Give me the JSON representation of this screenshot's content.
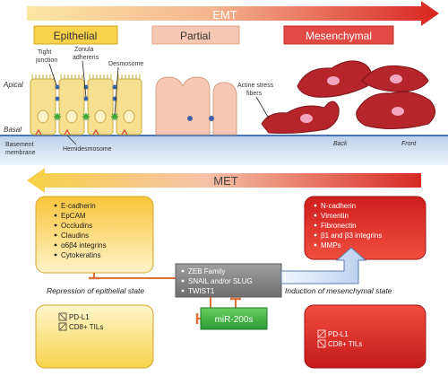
{
  "top_arrow": {
    "label": "EMT"
  },
  "bottom_arrow": {
    "label": "MET"
  },
  "states": {
    "epithelial": "Epithelial",
    "partial": "Partial",
    "mesenchymal": "Mesenchymal"
  },
  "layer_labels": {
    "apical": "Apical",
    "basal": "Basal"
  },
  "structures": {
    "tight_junction_1": "Tight",
    "tight_junction_2": "junction",
    "zonula_1": "Zonula",
    "zonula_2": "adherens",
    "desmosome": "Desmosome",
    "actin_1": "Actine stress",
    "actin_2": "fibers",
    "basement_1": "Basement",
    "basement_2": "membrane",
    "hemidesmosome": "Hemidesmosome",
    "back": "Back",
    "front": "Front"
  },
  "epithelial_markers": [
    "E-cadherin",
    "EpCAM",
    "Occludins",
    "Claudins",
    "α6β4 integrins",
    "Cytokeratins"
  ],
  "mesenchymal_markers": [
    "N-cadherin",
    "Vimentin",
    "Fibronectin",
    "β1 and β3 integrins",
    "MMPs"
  ],
  "transcription_factors": [
    "ZEB Family",
    "SNAIL and/or SLUG",
    "TWIST1"
  ],
  "mirna": "miR-200s",
  "repression_label": "Repression of epithelial state",
  "induction_label": "Induction of mesenchymal state",
  "immune_left": [
    "PD-L1",
    "CD8+ TILs"
  ],
  "immune_right": [
    "PD-L1",
    "CD8+ TILs"
  ],
  "colors": {
    "epithelial_yellow": "#f7d24a",
    "partial_peach": "#f6c8b4",
    "mesenchymal_red": "#e24b45",
    "inhibition_orange": "#e0703a",
    "mirna_green": "#39b54a",
    "tf_gray": "#8f8f8f"
  }
}
